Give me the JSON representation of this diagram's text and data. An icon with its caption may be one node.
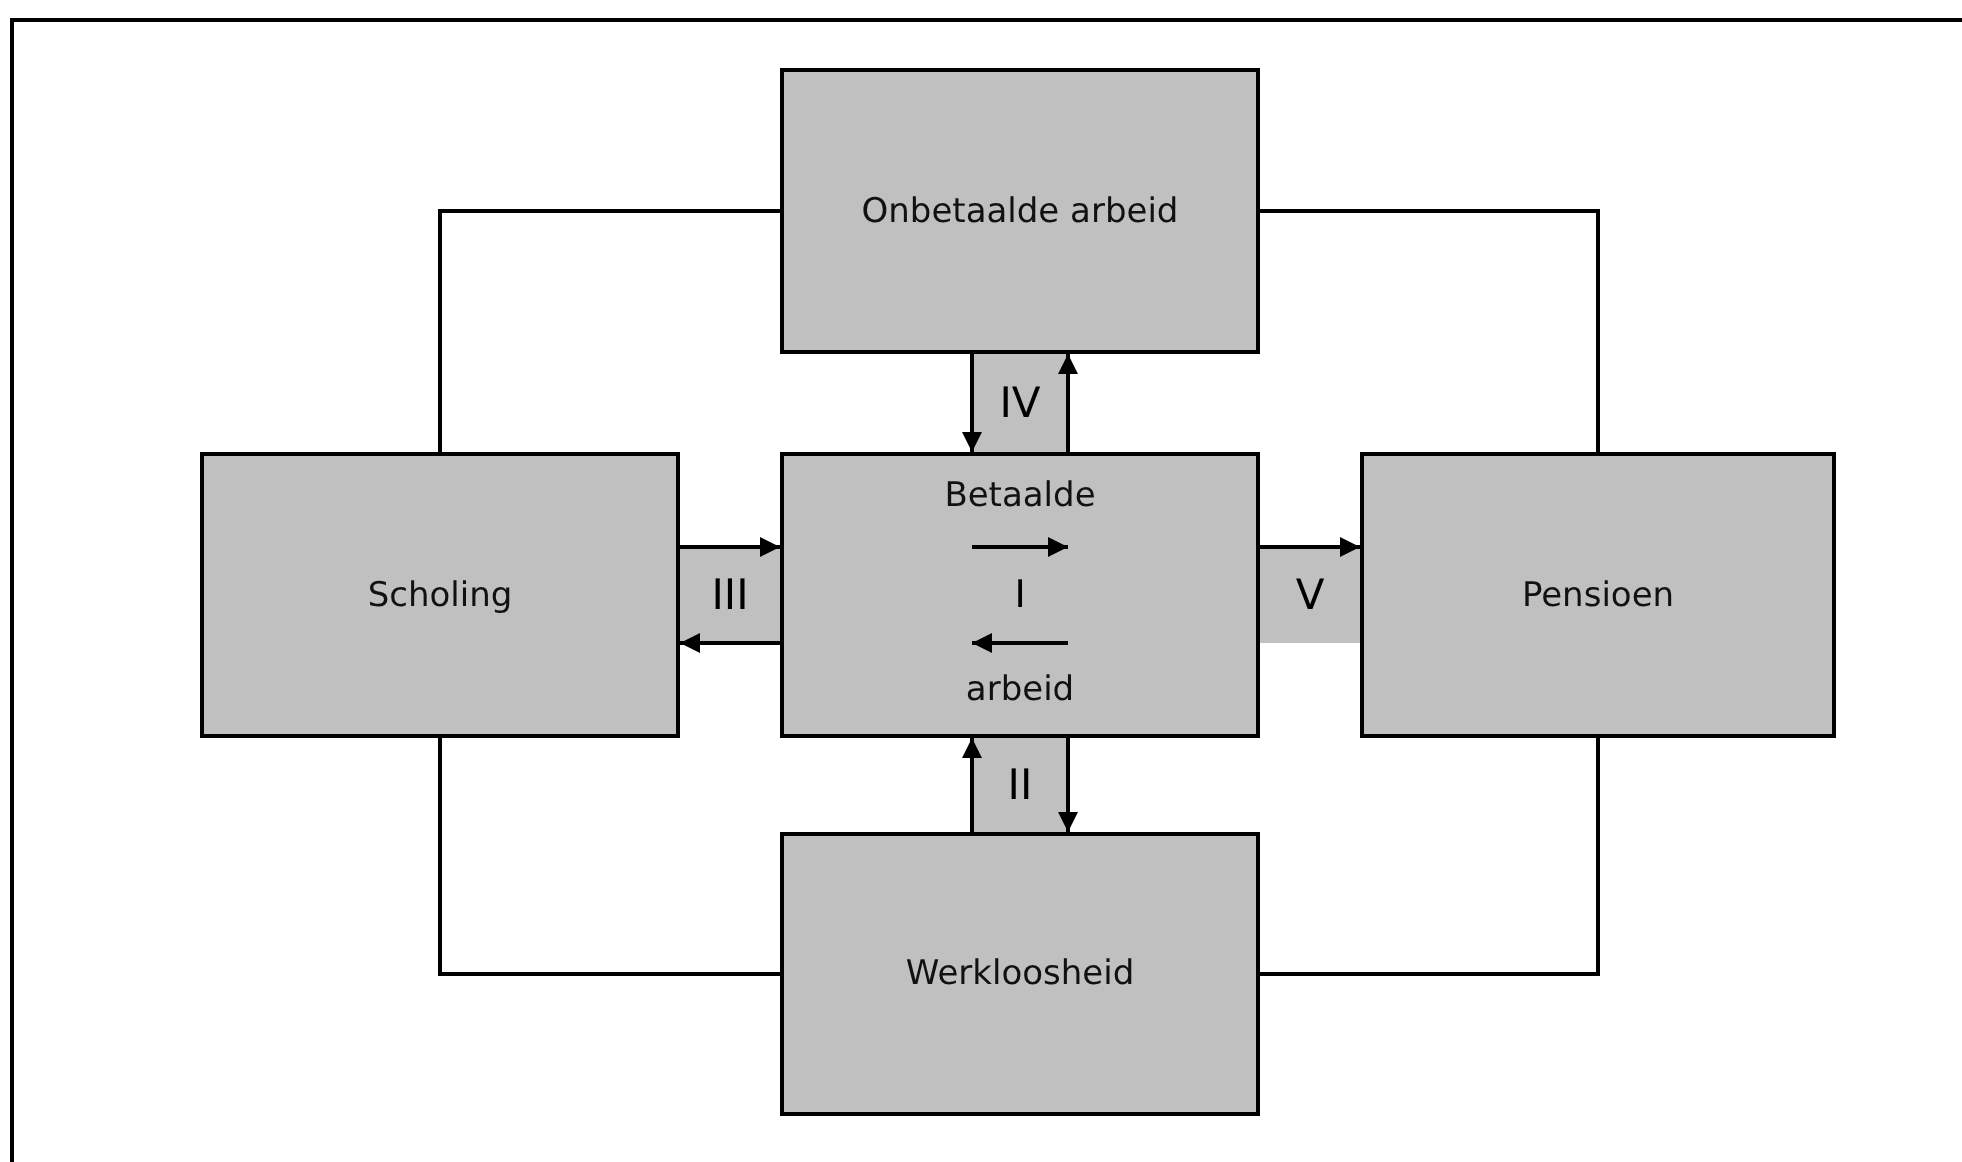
{
  "diagram": {
    "nodes": [
      {
        "text": [
          "Onbetaalde arbeid"
        ]
      },
      {
        "text": [
          "Scholing"
        ]
      },
      {
        "text": [
          "Betaalde",
          "arbeid"
        ]
      },
      {
        "text": [
          "Pensioen"
        ]
      },
      {
        "text": [
          "Werkloosheid"
        ]
      }
    ],
    "edges": [
      {
        "from": 0,
        "to": 2,
        "arrow": "to",
        "label": "IV"
      },
      {
        "from": 2,
        "to": 0,
        "arrow": "to"
      },
      {
        "from": 1,
        "to": 2,
        "arrow": "to",
        "label": "III"
      },
      {
        "from": 2,
        "to": 1,
        "arrow": "to"
      },
      {
        "from": 2,
        "to": 3,
        "arrow": "to",
        "label": "V"
      },
      {
        "from": 4,
        "to": 2,
        "arrow": "to",
        "label": "II"
      },
      {
        "from": 2,
        "to": 4,
        "arrow": "to"
      },
      {
        "from": 1,
        "to": 0,
        "arrow": "none"
      },
      {
        "from": 1,
        "to": 4,
        "arrow": "none"
      },
      {
        "from": 3,
        "to": 0,
        "arrow": "none"
      },
      {
        "from": 3,
        "to": 4,
        "arrow": "none"
      }
    ],
    "labels": [
      "I"
    ]
  }
}
